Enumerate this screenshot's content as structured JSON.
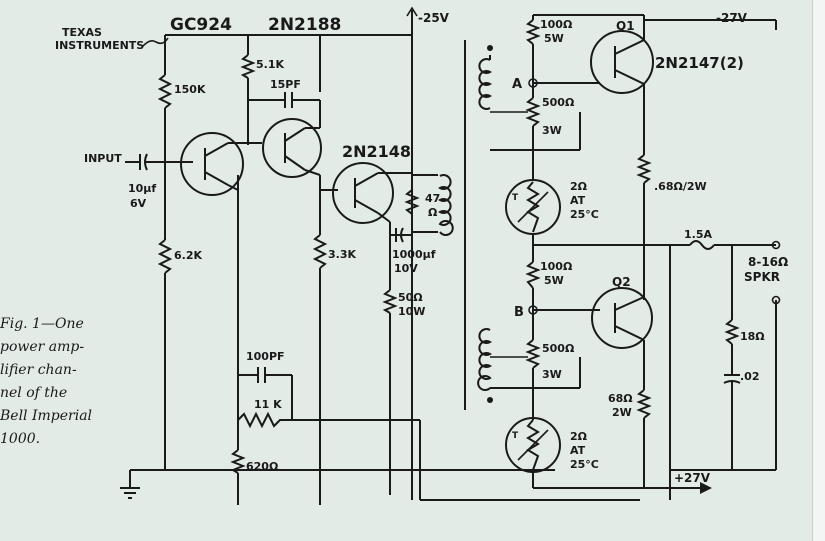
{
  "brand": {
    "line1": "TEXAS",
    "line2": "INSTRUMENTS"
  },
  "transistors": {
    "t1": "GC924",
    "t2": "2N2188",
    "driver": "2N2148",
    "output": "2N2147(2)",
    "q1": "Q1",
    "q2": "Q2"
  },
  "supplies": {
    "neg25": "-25V",
    "neg27": "-27V",
    "pos27": "+27V"
  },
  "input": {
    "label": "INPUT",
    "cap_value": "10µf",
    "cap_voltage": "6V"
  },
  "resistors": {
    "r150k": "150K",
    "r5_1k": "5.1K",
    "r6_2k": "6.2K",
    "r3_3k": "3.3K",
    "r47_a": "47",
    "r47_b": "Ω",
    "r50_a": "50Ω",
    "r50_b": "10W",
    "r11k": "11 K",
    "r620": "620Ω",
    "r100_a1": "100Ω",
    "r100_a2": "5W",
    "r500_a1": "500Ω",
    "r500_a2": "3W",
    "r100_b1": "100Ω",
    "r100_b2": "5W",
    "r500_b1": "500Ω",
    "r500_b2": "3W",
    "r068": ".68Ω/2W",
    "r18": "18Ω",
    "r68_a": "68Ω",
    "r68_b": "2W"
  },
  "capacitors": {
    "c15pf": "15PF",
    "c100pf": "100PF",
    "c1000_a": "1000µf",
    "c1000_b": "10V",
    "c02": ".02"
  },
  "thermistors": {
    "upper": {
      "t": "T",
      "v1": "2Ω",
      "v2": "AT",
      "v3": "25°C"
    },
    "lower": {
      "t": "T",
      "v1": "2Ω",
      "v2": "AT",
      "v3": "25°C"
    }
  },
  "nodes": {
    "a": "A",
    "b": "B"
  },
  "fuse": "1.5A",
  "speaker": {
    "line1": "8-16Ω",
    "line2": "SPKR"
  },
  "caption": [
    "Fig. 1—One",
    "power amp-",
    "lifier chan-",
    "nel of the",
    "Bell Imperial",
    "1000."
  ]
}
